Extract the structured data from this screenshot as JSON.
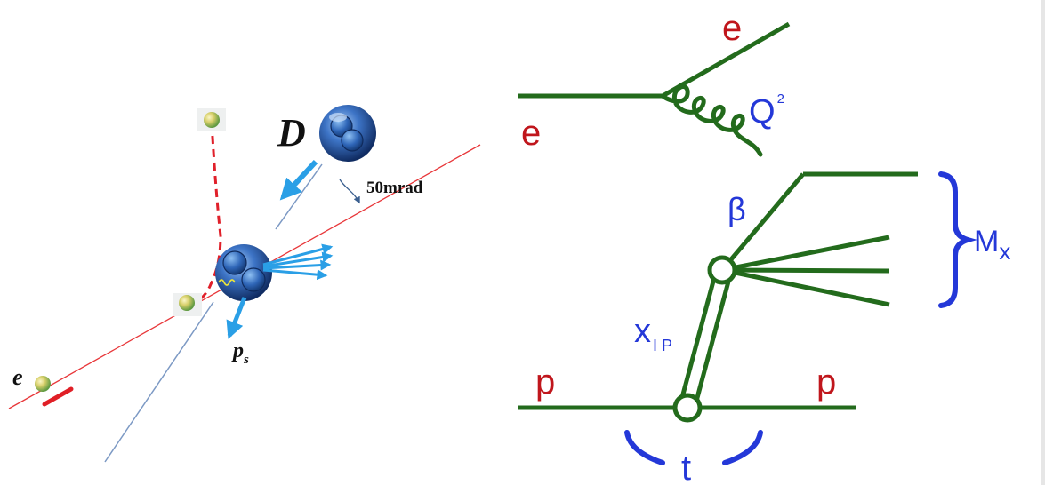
{
  "left_panel": {
    "deuteron_label": "D",
    "angle_label": "50mrad",
    "spectator_label_main": "p",
    "spectator_label_sub": "s",
    "electron_label": "e"
  },
  "right_panel": {
    "incoming_electron": "e",
    "outgoing_electron": "e",
    "photon_virtuality_main": "Q",
    "photon_virtuality_sup": "2",
    "beta_label": "β",
    "pomeron_fraction_main": "x",
    "pomeron_fraction_sub": "I P",
    "incoming_proton": "p",
    "outgoing_proton": "p",
    "mass_main": "M",
    "mass_sub": "x",
    "momentum_transfer": "t"
  },
  "colors": {
    "line_green": "#236b1c",
    "label_red": "#c0161c",
    "label_blue": "#2438d8",
    "beam_red": "#e8373a",
    "beam_blue": "#7c99c4",
    "jet_blue": "#2a9fe6",
    "nucleus_dark": "#163c78",
    "nucleus_light": "#4a88d8"
  }
}
